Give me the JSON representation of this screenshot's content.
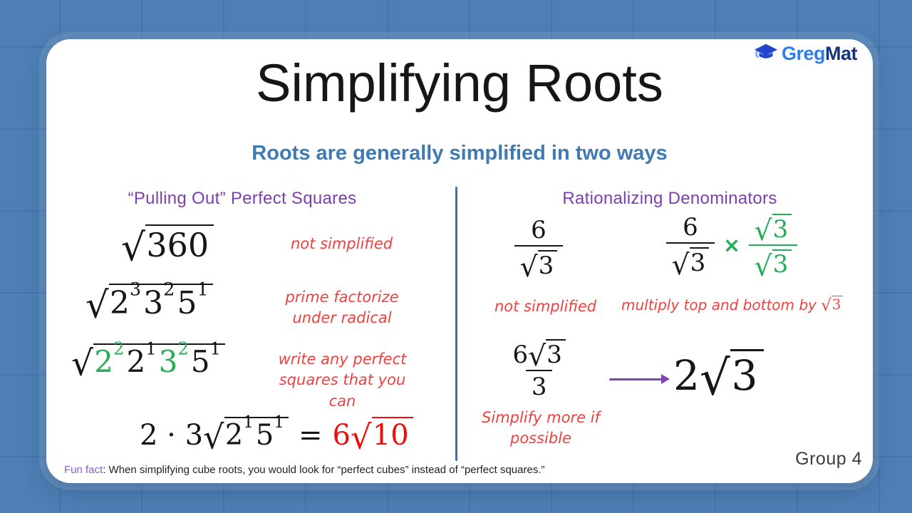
{
  "colors": {
    "background": "#4d7eb4",
    "card": "#ffffff",
    "subtitle_blue": "#3f7ab5",
    "heading_purple": "#7b3fae",
    "note_red": "#f04141",
    "result_red": "#f20d0d",
    "perfect_square_green": "#23ad57",
    "divider_blue": "#3b6fb6",
    "arrow_purple": "#7d44b5",
    "logo_greg_blue": "#2d7ff0",
    "logo_mat_navy": "#16337e"
  },
  "glyphs": {
    "radical": "√"
  },
  "logo": {
    "brand_greg": "Greg",
    "brand_mat": "Mat",
    "icon": "graduation-cap-icon"
  },
  "header": {
    "title": "Simplifying Roots",
    "subtitle": "Roots are generally simplified in two ways"
  },
  "left": {
    "heading": "“Pulling Out” Perfect Squares",
    "step1": {
      "radicand": "360",
      "note": "not simplified"
    },
    "step2": {
      "f1b": "2",
      "f1e": "3",
      "f2b": "3",
      "f2e": "2",
      "f3b": "5",
      "f3e": "1",
      "note1": "prime factorize",
      "note2": "under radical"
    },
    "step3": {
      "f1b": "2",
      "f1e": "2",
      "f2b": "2",
      "f2e": "1",
      "f3b": "3",
      "f3e": "2",
      "f4b": "5",
      "f4e": "1",
      "note1": "write any perfect",
      "note2": "squares that you can"
    },
    "step4": {
      "prefix": "2 · 3",
      "f1b": "2",
      "f1e": "1",
      "f2b": "5",
      "f2e": "1",
      "equals": "=",
      "result_coeff": "6",
      "result_radicand": "10"
    }
  },
  "right": {
    "heading": "Rationalizing Denominators",
    "frac1": {
      "num": "6",
      "den_radicand": "3",
      "note": "not simplified"
    },
    "expr2": {
      "num": "6",
      "den_radicand": "3",
      "times": "×",
      "gnum_radicand": "3",
      "gden_radicand": "3",
      "note_prefix": "multiply top and bottom by ",
      "note_radicand": "3"
    },
    "frac3": {
      "num_coeff": "6",
      "num_radicand": "3",
      "den": "3",
      "note1": "Simplify more if",
      "note2": "possible"
    },
    "result": {
      "coeff": "2",
      "radicand": "3"
    }
  },
  "footer": {
    "fun_fact_label": "Fun fact",
    "fun_fact_text": ": When simplifying cube roots, you would look for “perfect cubes” instead of “perfect squares.”",
    "group": "Group 4"
  }
}
